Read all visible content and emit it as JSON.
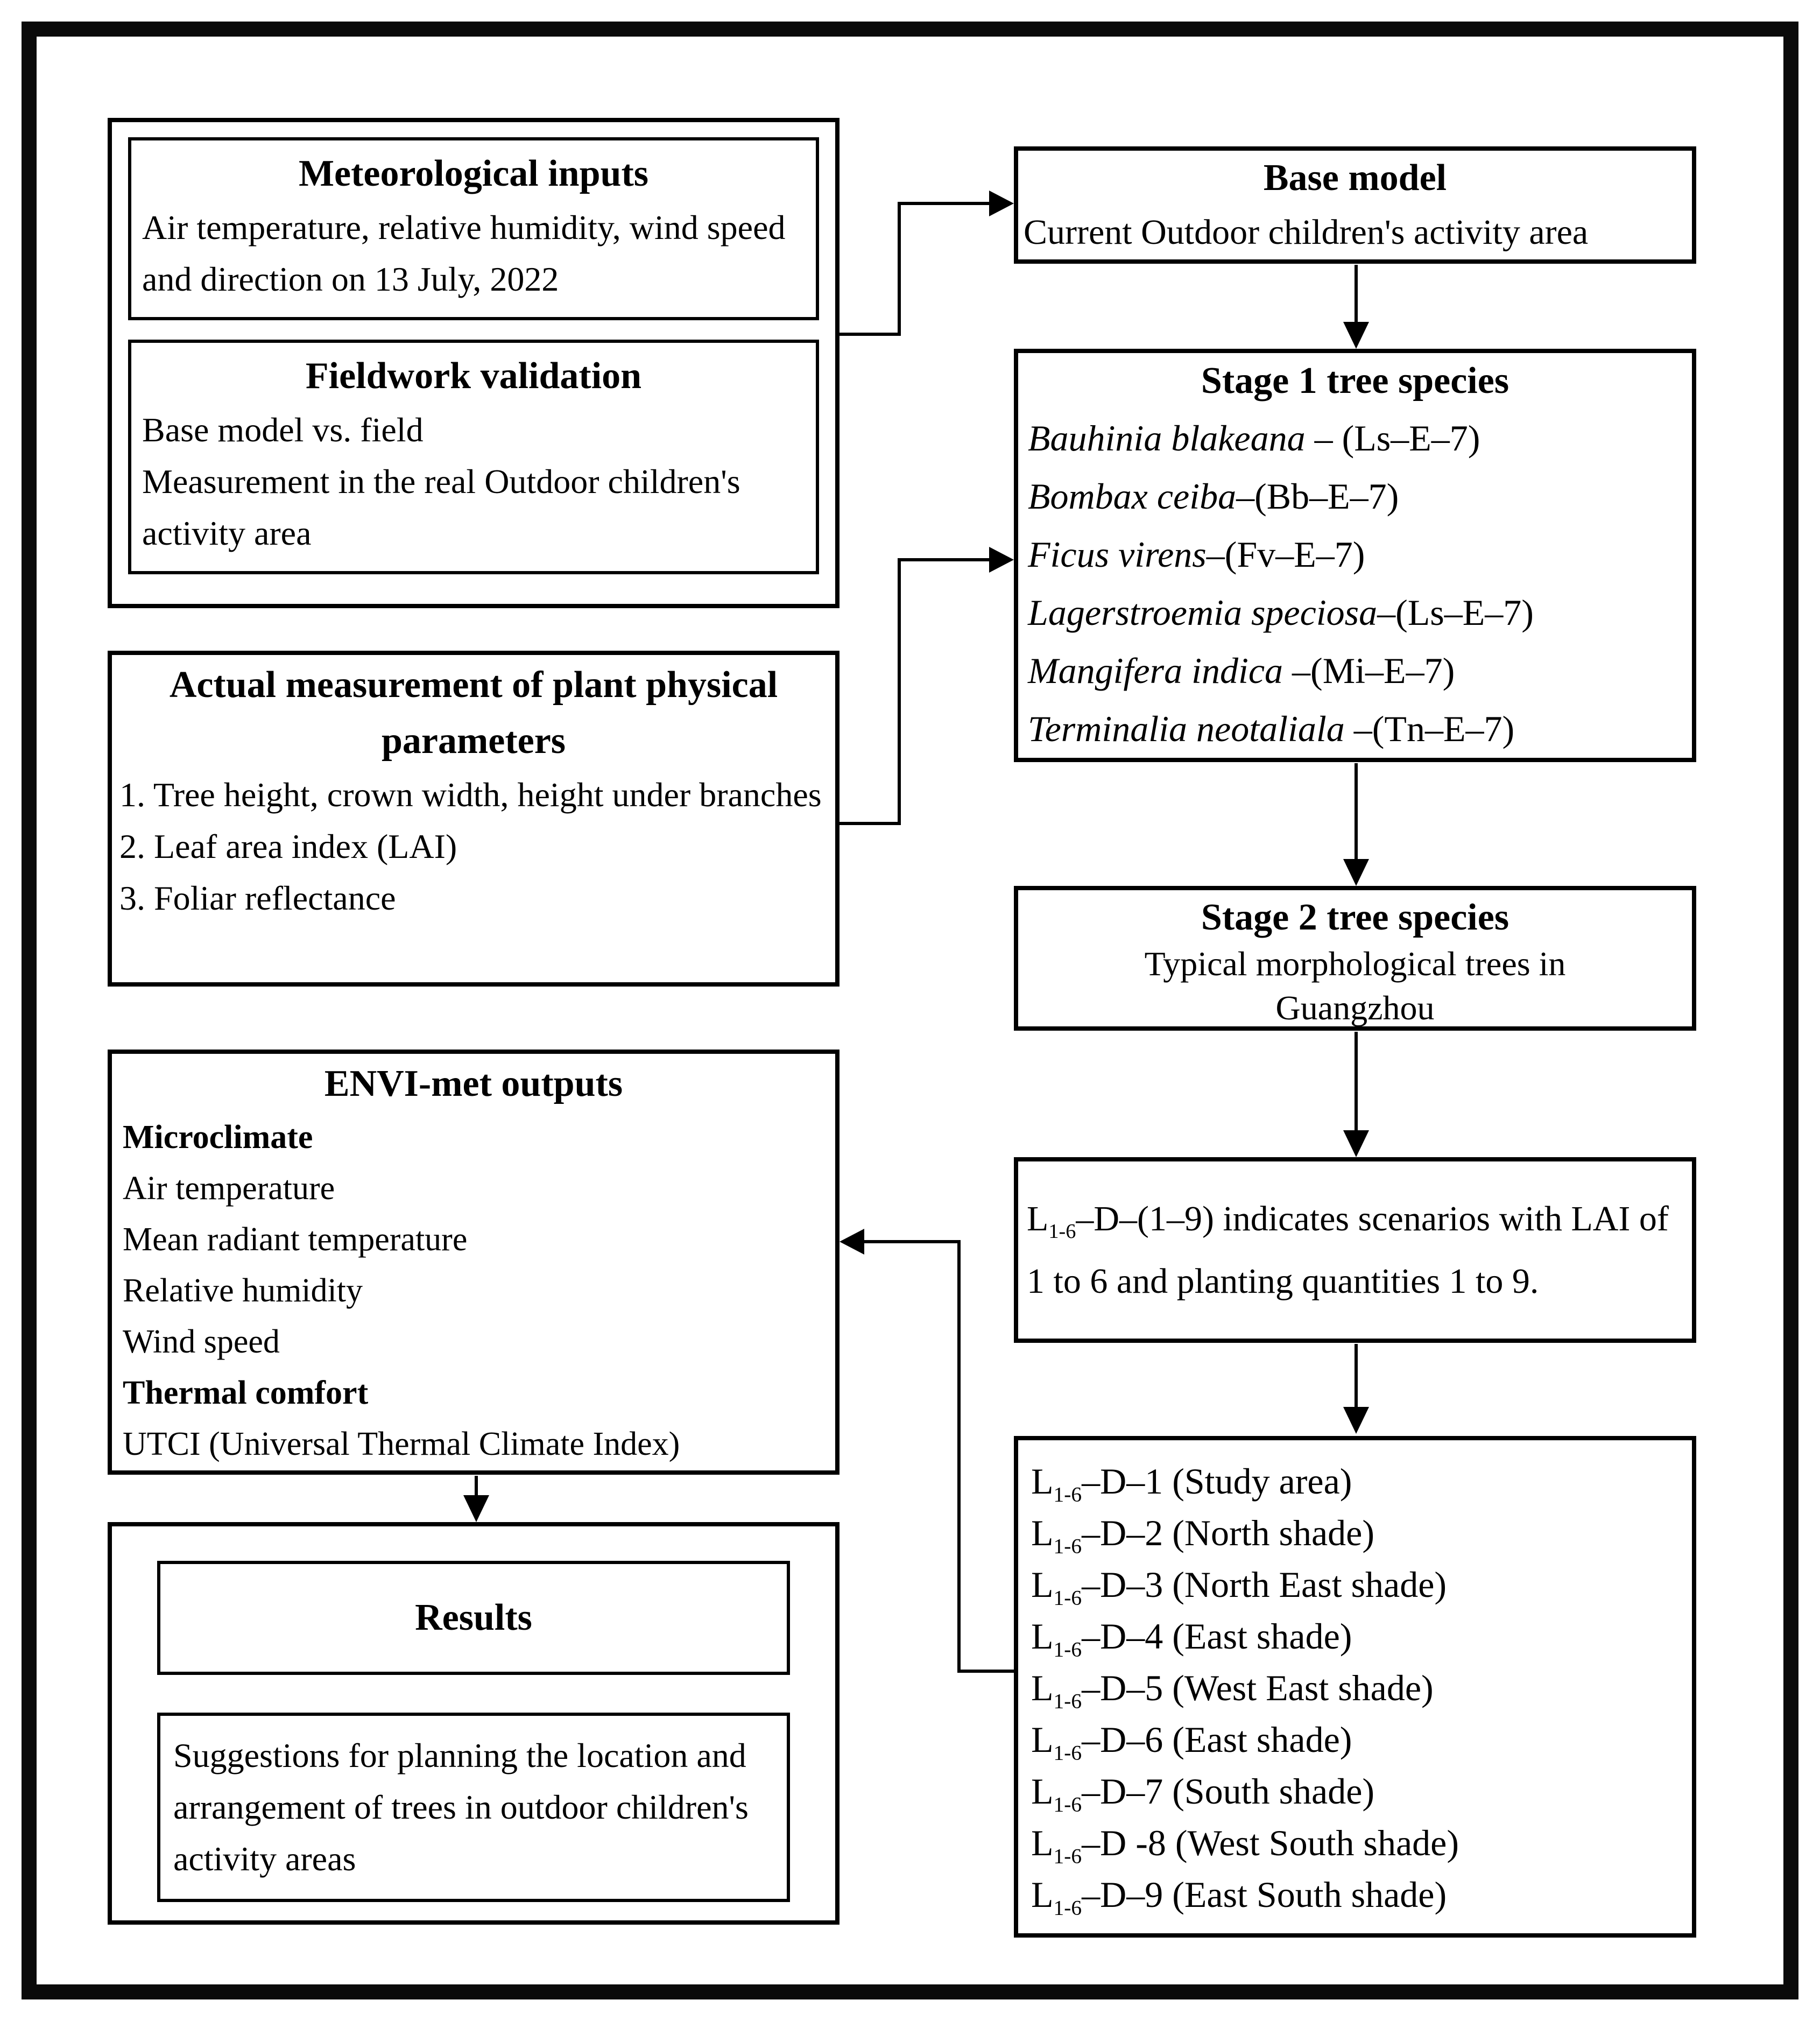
{
  "colors": {
    "background": "#ffffff",
    "line": "#000000",
    "text": "#000000"
  },
  "left_column": {
    "inputs_group": {
      "meteorological": {
        "title": "Meteorological inputs",
        "body": "Air temperature, relative humidity, wind speed and direction on 13 July, 2022"
      },
      "fieldwork": {
        "title": "Fieldwork validation",
        "line1": "Base model vs. field",
        "line2": "Measurement in the real Outdoor children's activity area"
      }
    },
    "plant_measurement": {
      "title": "Actual measurement of plant physical parameters",
      "items": [
        "1. Tree height, crown width, height under branches",
        "2. Leaf area index (LAI)",
        "3. Foliar reflectance"
      ]
    },
    "envi_outputs": {
      "title": "ENVI-met outputs",
      "lines": [
        "Microclimate",
        "Air temperature",
        "Mean radiant temperature",
        "Relative humidity",
        "Wind speed",
        "Thermal comfort",
        "UTCI (Universal Thermal Climate Index)"
      ]
    },
    "results_group": {
      "results_title": "Results",
      "suggestion": "Suggestions for planning the location and arrangement of trees in outdoor children's activity areas"
    }
  },
  "right_column": {
    "base_model": {
      "title": "Base model",
      "body": "Current Outdoor children's activity area"
    },
    "stage1": {
      "title": "Stage 1 tree species",
      "species": [
        {
          "name": "Bauhinia blakeana",
          "code": " – (Ls–E–7)"
        },
        {
          "name": "Bombax ceiba",
          "code": "–(Bb–E–7)"
        },
        {
          "name": "Ficus virens",
          "code": "–(Fv–E–7)"
        },
        {
          "name": "Lagerstroemia speciosa",
          "code": "–(Ls–E–7)"
        },
        {
          "name": "Mangifera indica",
          "code": " –(Mi–E–7)"
        },
        {
          "name": "Terminalia neotaliala",
          "code": " –(Tn–E–7)"
        }
      ]
    },
    "stage2": {
      "title": "Stage 2 tree species",
      "body": "Typical morphological trees in Guangzhou"
    },
    "scenario_note": {
      "pre": "L",
      "sub": "1-6",
      "post": "–D–(1–9) indicates scenarios with LAI of 1 to 6 and planting quantities 1 to 9."
    },
    "scenario_list": {
      "items": [
        {
          "pre": "L",
          "sub": "1-6",
          "post": "–D–1 (Study area)"
        },
        {
          "pre": "L",
          "sub": "1-6",
          "post": "–D–2 (North shade)"
        },
        {
          "pre": "L",
          "sub": "1-6",
          "post": "–D–3 (North East shade)"
        },
        {
          "pre": "L",
          "sub": "1-6",
          "post": "–D–4 (East shade)"
        },
        {
          "pre": "L",
          "sub": "1-6",
          "post": "–D–5 (West East shade)"
        },
        {
          "pre": "L",
          "sub": "1-6",
          "post": "–D–6 (East shade)"
        },
        {
          "pre": "L",
          "sub": "1-6",
          "post": "–D–7 (South shade)"
        },
        {
          "pre": "L",
          "sub": "1-6",
          "post": "–D -8 (West South shade)"
        },
        {
          "pre": "L",
          "sub": "1-6",
          "post": "–D–9 (East South shade)"
        }
      ]
    }
  }
}
